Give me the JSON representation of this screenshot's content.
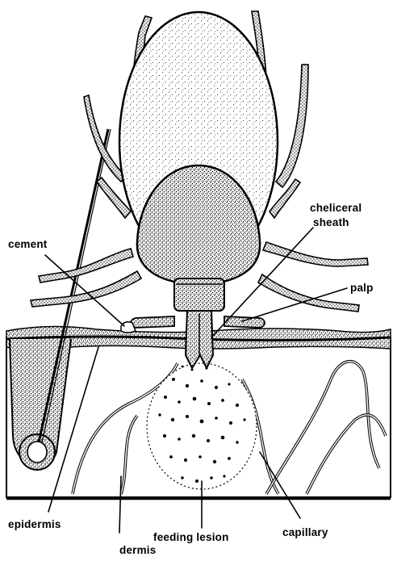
{
  "labels": {
    "cheliceral_line1": "cheliceral",
    "cheliceral_line2": "sheath",
    "cement": "cement",
    "palp": "palp",
    "epidermis": "epidermis",
    "dermis": "dermis",
    "feeding_lesion": "feeding lesion",
    "capillary": "capillary"
  },
  "colors": {
    "ink": "#000000",
    "paper": "#ffffff"
  }
}
